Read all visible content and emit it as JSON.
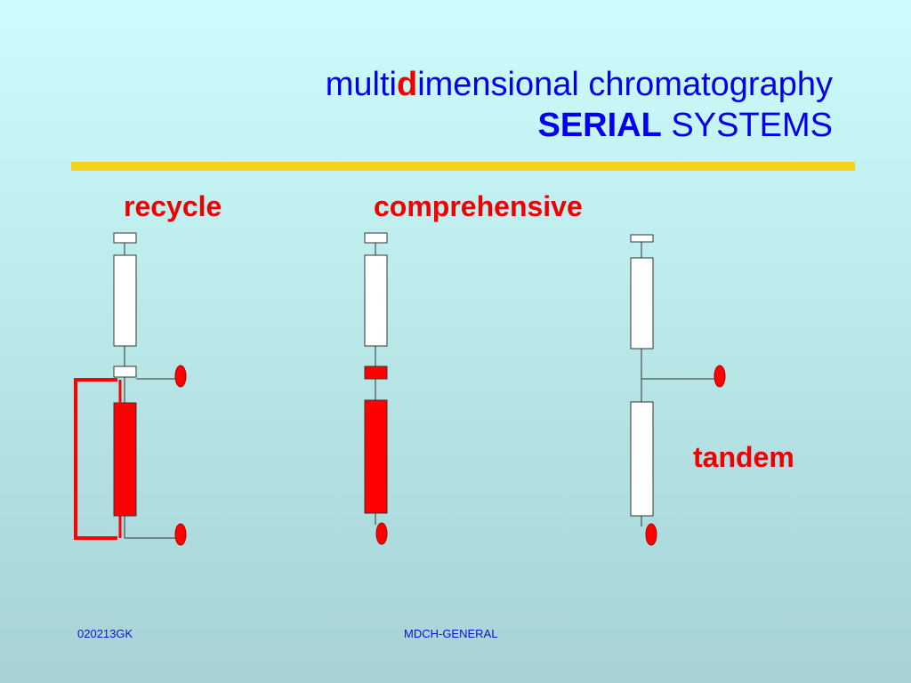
{
  "title": {
    "line1_pre": "multi",
    "line1_highlight": "d",
    "line1_post": "imensional chromatography",
    "line2_bold": "SERIAL",
    "line2_rest": " SYSTEMS"
  },
  "labels": {
    "recycle": "recycle",
    "comprehensive": "comprehensive",
    "tandem": "tandem"
  },
  "footer": {
    "left": "020213GK",
    "center": "MDCH-GENERAL"
  },
  "colors": {
    "title_blue": "#0000ee",
    "accent_red": "#ee0000",
    "rule_yellow": "#f5d31a",
    "column_red": "#ff0000",
    "column_white": "#ffffff"
  }
}
